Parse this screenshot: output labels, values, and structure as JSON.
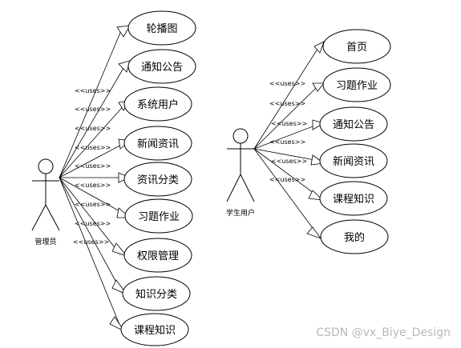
{
  "admin": {
    "name": "管理员",
    "use_cases": [
      "轮播图",
      "通知公告",
      "系统用户",
      "新闻资讯",
      "资讯分类",
      "习题作业",
      "权限管理",
      "知识分类",
      "课程知识"
    ]
  },
  "student": {
    "name": "学生用户",
    "use_cases": [
      "首页",
      "习题作业",
      "通知公告",
      "新闻资讯",
      "课程知识",
      "我的"
    ]
  },
  "relationship_label": "<<uses>>",
  "watermark": "CSDN @vx_Biye_Design"
}
